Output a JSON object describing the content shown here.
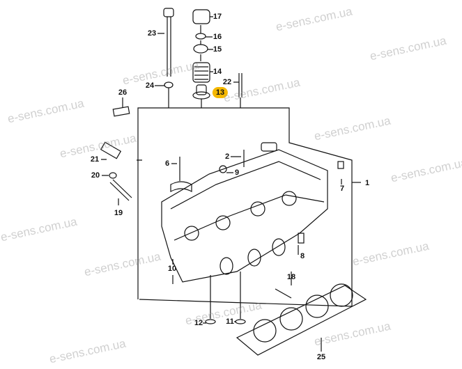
{
  "watermark": "e-sens.com.ua",
  "highlight_color": "#f5b800",
  "parts": [
    {
      "id": "17",
      "label": "17"
    },
    {
      "id": "16",
      "label": "16"
    },
    {
      "id": "15",
      "label": "15"
    },
    {
      "id": "14",
      "label": "14"
    },
    {
      "id": "13",
      "label": "13",
      "highlighted": true
    },
    {
      "id": "23",
      "label": "23"
    },
    {
      "id": "24",
      "label": "24"
    },
    {
      "id": "22",
      "label": "22"
    },
    {
      "id": "26",
      "label": "26"
    },
    {
      "id": "21",
      "label": "21"
    },
    {
      "id": "20",
      "label": "20"
    },
    {
      "id": "19",
      "label": "19"
    },
    {
      "id": "6",
      "label": "6"
    },
    {
      "id": "2",
      "label": "2"
    },
    {
      "id": "9",
      "label": "9"
    },
    {
      "id": "7",
      "label": "7"
    },
    {
      "id": "1",
      "label": "1"
    },
    {
      "id": "8",
      "label": "8"
    },
    {
      "id": "10",
      "label": "10"
    },
    {
      "id": "18",
      "label": "18"
    },
    {
      "id": "12",
      "label": "12"
    },
    {
      "id": "11",
      "label": "11"
    },
    {
      "id": "25",
      "label": "25"
    }
  ]
}
